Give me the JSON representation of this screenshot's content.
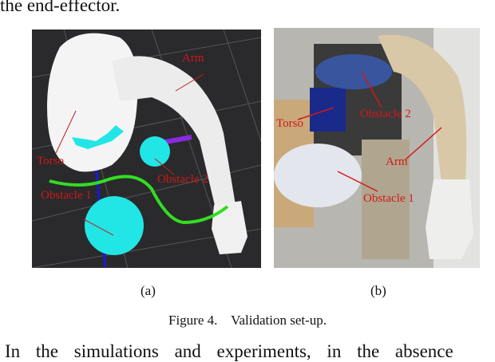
{
  "body_text": {
    "top_line": "the end-effector.",
    "bottom_line": "In the simulations and experiments, in the absence"
  },
  "figure": {
    "caption": "Figure 4.    Validation set-up.",
    "panels": [
      {
        "sublabel": "(a)",
        "annotations": {
          "arm": "Arm",
          "torso": "Torso",
          "obstacle2": "Obstacle 2",
          "obstacle1": "Obstacle 1"
        }
      },
      {
        "sublabel": "(b)",
        "annotations": {
          "torso": "Torso",
          "obstacle2": "Obstacle 2",
          "arm": "Arm",
          "obstacle1": "Obstacle 1"
        }
      }
    ]
  },
  "colors": {
    "annotation": "#d01818",
    "obstacle": "#22e6e6",
    "trajectory": "#33dd22",
    "background_sim": "#2a2a2c"
  }
}
